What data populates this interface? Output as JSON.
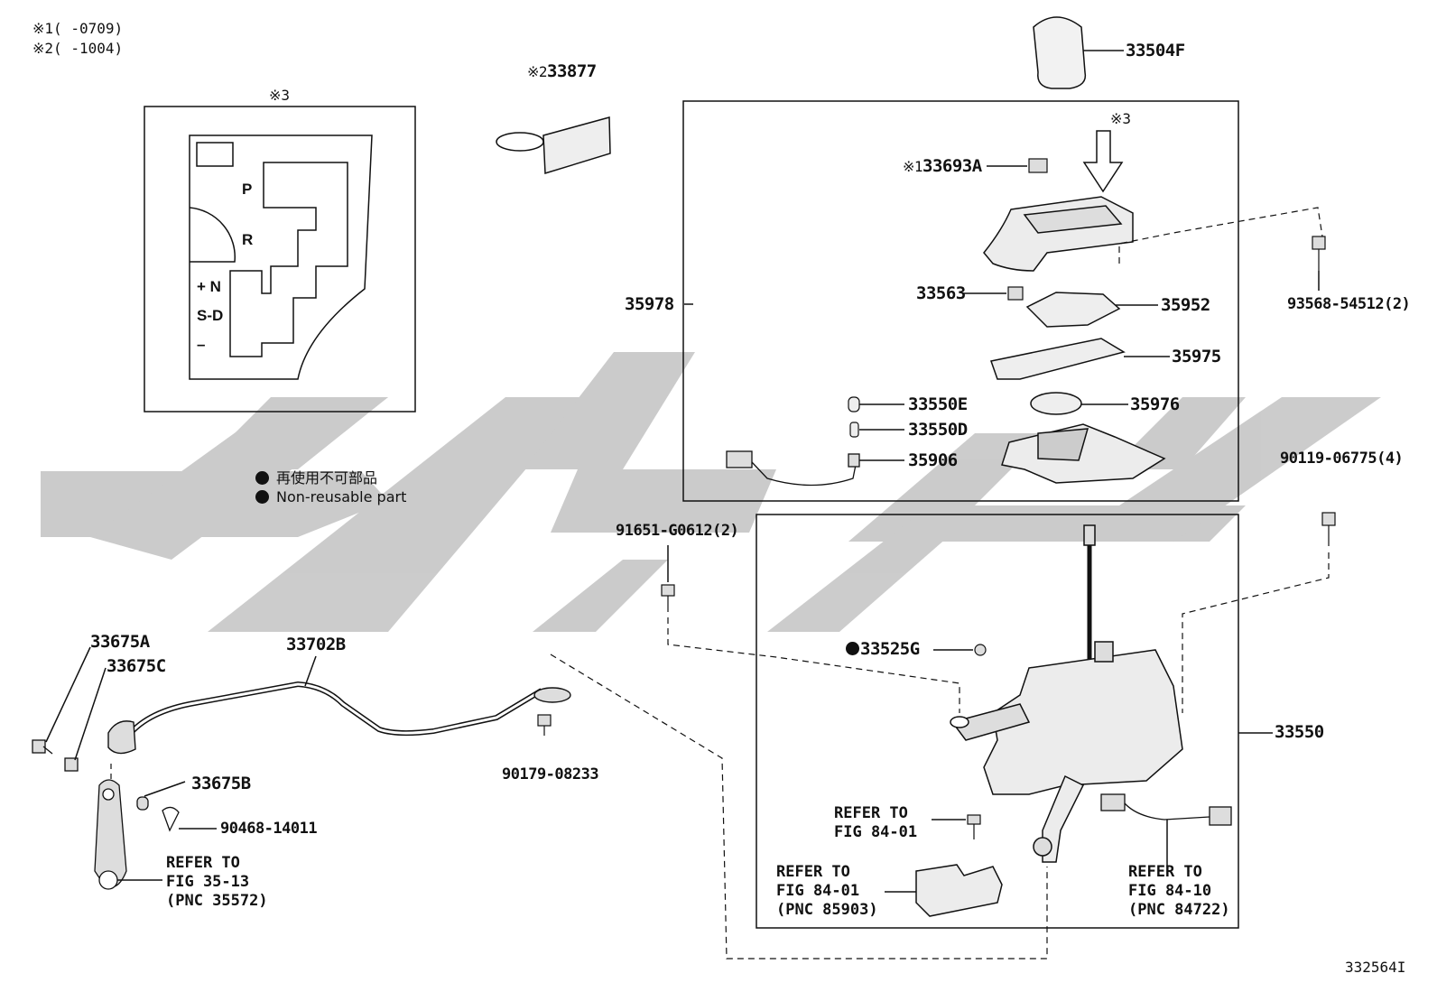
{
  "header_notes": [
    {
      "mark": "※1",
      "range": "(      -0709)"
    },
    {
      "mark": "※2",
      "range": "(      -1004)"
    }
  ],
  "inset": {
    "mark": "※3",
    "gears": [
      "P",
      "R",
      "+ N",
      "S-D",
      "–"
    ]
  },
  "legend": {
    "items": [
      "再使用不可部品",
      "Non-reusable part"
    ]
  },
  "parts": {
    "p33877": "33877",
    "p33877_mark": "※2",
    "p33504F": "33504F",
    "box_mark": "※3",
    "p33693A": "33693A",
    "p33693A_mark": "※1",
    "p35978": "35978",
    "p33563": "33563",
    "p35952": "35952",
    "p93568": "93568-54512(2)",
    "p35975": "35975",
    "p33550E": "33550E",
    "p35976": "35976",
    "p33550D": "33550D",
    "p35906": "35906",
    "p90119": "90119-06775(4)",
    "p91651": "91651-G0612(2)",
    "p33525G": "33525G",
    "p33550": "33550",
    "p33675A": "33675A",
    "p33675C": "33675C",
    "p33702B": "33702B",
    "p90179": "90179-08233",
    "p33675B": "33675B",
    "p90468": "90468-14011"
  },
  "refs": {
    "fig35_13": [
      "REFER TO",
      "FIG 35-13",
      "(PNC 35572)"
    ],
    "fig84_01a": [
      "REFER TO",
      "FIG 84-01"
    ],
    "fig84_01b": [
      "REFER TO",
      "FIG 84-01",
      "(PNC 85903)"
    ],
    "fig84_10": [
      "REFER TO",
      "FIG 84-10",
      "(PNC 84722)"
    ]
  },
  "illustration_id": "332564I",
  "colors": {
    "line": "#111111",
    "watermark": "#c8c8c8",
    "part_fill": "#e6e6e6"
  }
}
